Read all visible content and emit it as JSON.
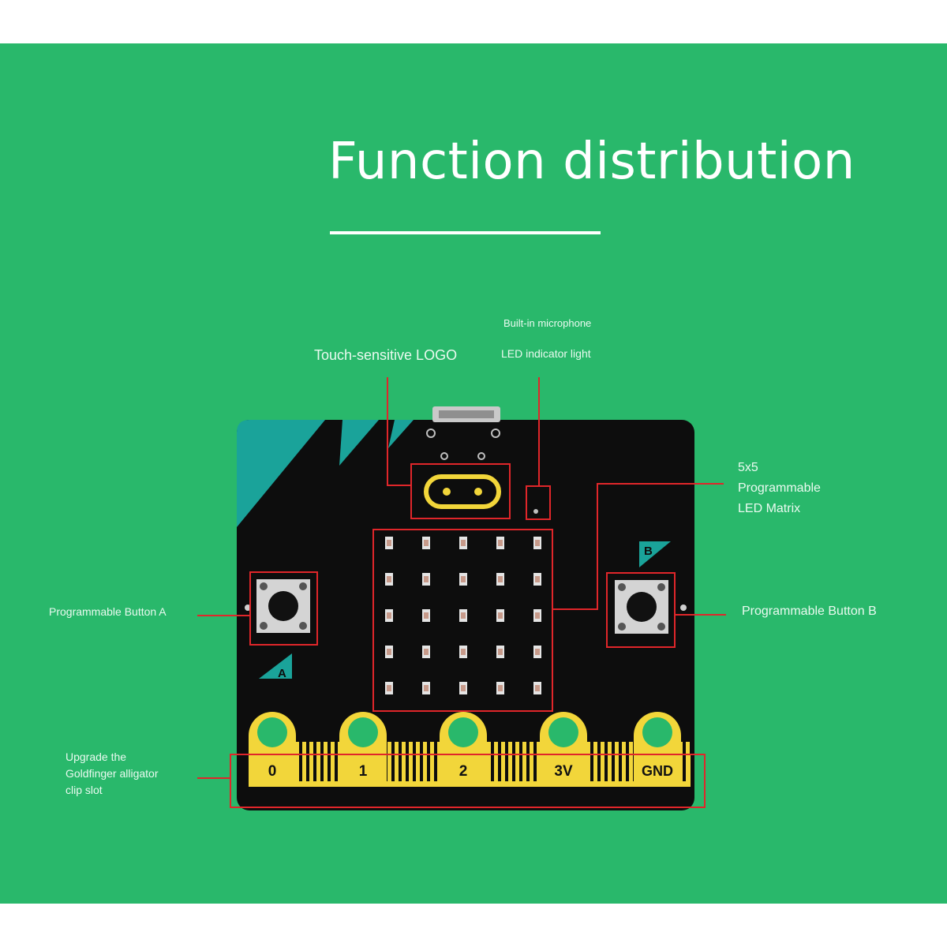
{
  "title": "Function distribution",
  "labels": {
    "touch_logo": "Touch-sensitive LOGO",
    "microphone": "Built-in microphone",
    "led_indicator": "LED indicator light",
    "led_matrix": [
      "5x5",
      "Programmable",
      "LED Matrix"
    ],
    "button_a": "Programmable Button A",
    "button_b": "Programmable Button B",
    "goldfinger": [
      "Upgrade the",
      "Goldfinger alligator",
      "clip slot"
    ]
  },
  "board": {
    "button_a_mark": "A",
    "button_b_mark": "B",
    "pins": [
      "0",
      "1",
      "2",
      "3V",
      "GND"
    ]
  },
  "colors": {
    "background": "#29b86b",
    "board": "#0d0d0d",
    "accent": "#1aa39a",
    "gold": "#f2d63a",
    "callout": "#e0262a"
  }
}
